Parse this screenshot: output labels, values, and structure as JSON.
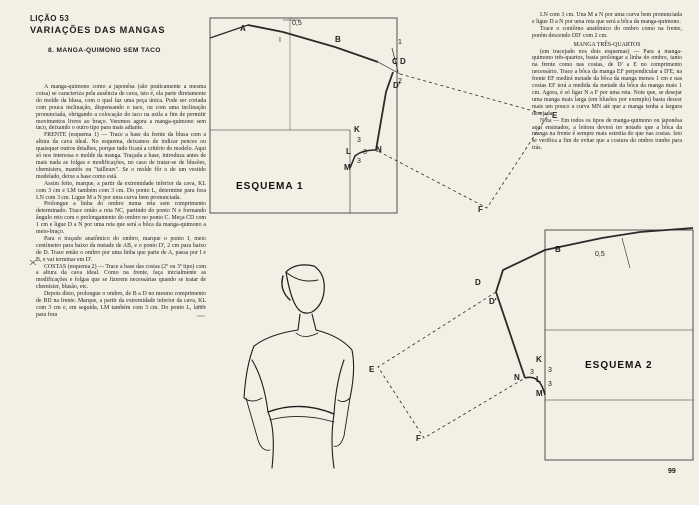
{
  "header": {
    "lesson": "LIÇÃO 53",
    "section": "VARIAÇÕES DAS MANGAS",
    "subsection": "8.  MANGA-QUIMONO SEM TACO"
  },
  "column1": [
    "A manga-quimono como a japonêsa (são praticamente a mesma coisa) se caracteriza pela ausência de cava, isto é, ela parte diretamente do molde da blusa, com o qual faz uma peça única. Pode ser cortada com pouca inclinação, dispensando o taco, ou com uma inclinação pronunciada, obrigando a colocação do taco na axila a fim de permitir movimentos livres ao braço. Veremos agora a manga-quimono sem taco, deixando o outro tipo para mais adiante.",
    "FRENTE (esquema 1) — Trace a base da frente da blusa com a altura da cava ideal. No esquema, deixamos de indicar pences ou quaisquer outros detalhes, porque tudo ficará a critério do modelo. Aqui só nos interessa o molde da manga. Traçada a base, introduza antes de mais nada as folgas e modificações, no caso de tratar-se de blusões, chemisiers, mantôs ou \"tailleurs\". Se o molde fôr o de um vestido modelado, deixe a base como está.",
    "Assim feito, marque, a partir da extremidade inferior da cava, KL com 3 cm e LM também com 3 cm. Do ponto L, determine para fora LN com 3 cm. Ligue M a N por uma curva bem pronunciada.",
    "Prolongue a linha do ombro numa reta sem comprimento determinado. Trace então a reta NC, partindo do ponto N e formando ângulo reto com o prolongamento do ombro no ponto C. Meça CD com 1 cm e ligue D a N por uma reta que será a bôca da manga-quimono a meio-braço.",
    "Para o traçado anatômico do ombro, marque o ponto I, meio centímetro para baixo da metade de AB, e o ponto D', 2 cm para baixo de D. Trace então o ombro por uma linha que parte de A, passa por I e B, e vai terminar em D'.",
    "COSTAS (esquema 2) — Trace a base das costas (2º ou 3º tipo) com a altura da cava ideal. Como na frente, faça inicialmente as modificações e folgas que se fizerem necessárias quando se tratar de chemisier, blusão, etc.",
    "Depois disto, prolongue o ombro, de B a D no mesmo comprimento de BD na frente. Marque, a partir da extremidade inferior da cava, KL com 3 cm e, em seguida, LM também com 3 cm. Do ponto L, lance para fora"
  ],
  "column3": [
    "LN com 3 cm. Una M a N por uma curva bem pronunciada e ligue D a N por uma reta que será a bôca da manga-quimono.",
    "Trace o contôrno anatômico do ombro como na frente, porém descendo DD' com 2 cm."
  ],
  "column3_title": "MANGA TRÊS-QUARTOS",
  "column3_after": [
    "(em tracejado nos dois esquemas) — Para a manga-quimono três-quartos, basta prolongar a linha do ombro, tanto na frente como nas costas, de D' a E no comprimento necessário. Trace a bôca da manga EF perpendicular a D'E; na frente EF medirá metade da bôca da manga menos 1 cm e nas costas EF terá a medida da metade da bôca da manga mais 1 cm. Agora, é só ligar N a F por uma reta. Note que, se desejar uma manga mais larga (em blusões por exemplo) basta descer mais um pouco a curva MN até que a manga tenha a largura desejada.",
    "Nota — Em todos os tipos de manga-quimono ou japonêsa aqui ensinados, a leitora deverá ter notado que a bôca da manga na frente é sempre mais estreita do que nas costas. Isto se verifica a fim de evitar que a costura do ombro tombe para trás."
  ],
  "diagram1": {
    "title": "ESQUEMA  1",
    "points": [
      "A",
      "I",
      "B",
      "C",
      "D",
      "D'",
      "K",
      "L",
      "M",
      "N",
      "E",
      "F"
    ],
    "measure": "0,5",
    "num_1": "1",
    "num_2": "2",
    "num_3a": "3",
    "num_3b": "3",
    "num_3c": "3"
  },
  "diagram2": {
    "title": "ESQUEMA  2",
    "points": [
      "B",
      "D",
      "D'",
      "K",
      "L",
      "M",
      "N",
      "E",
      "F"
    ],
    "measure": "0,5",
    "num_3a": "3",
    "num_3b": "3",
    "num_3c": "3"
  },
  "page_number": "99"
}
